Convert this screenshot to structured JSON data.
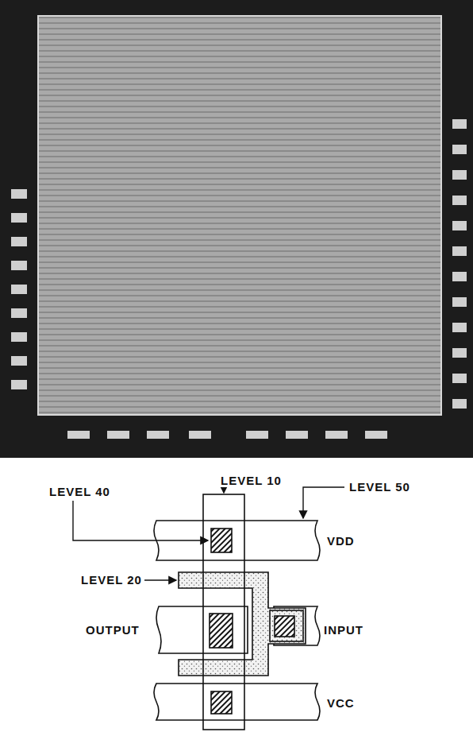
{
  "diagram": {
    "labels": [
      "LEVEL 40",
      "LEVEL 10",
      "LEVEL 50",
      "VDD",
      "LEVEL 20",
      "OUTPUT",
      "INPUT",
      "VCC"
    ]
  }
}
